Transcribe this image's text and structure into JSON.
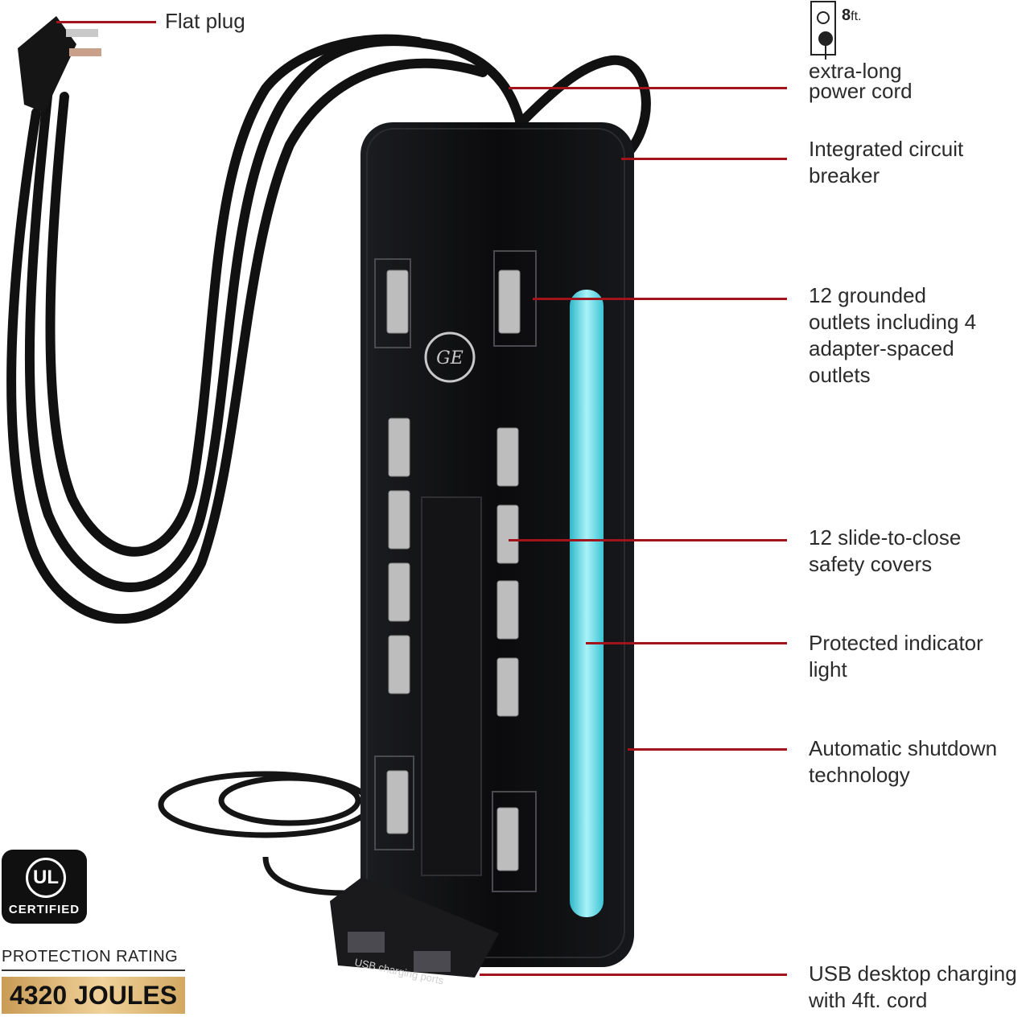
{
  "callouts": {
    "flat_plug": "Flat plug",
    "cord_length_num": "8",
    "cord_length_unit": "ft.",
    "power_cord": "extra-long\npower cord",
    "breaker": "Integrated circuit\nbreaker",
    "outlets": "12 grounded\noutlets including 4\nadapter-spaced\noutlets",
    "covers": "12 slide-to-close\nsafety covers",
    "indicator": "Protected indicator\nlight",
    "shutdown": "Automatic shutdown\ntechnology",
    "usb": "USB desktop charging\nwith 4ft. cord"
  },
  "badge": {
    "mark": "UL",
    "text": "CERTIFIED"
  },
  "rating": {
    "label": "PROTECTION RATING",
    "value": "4320 JOULES"
  },
  "usb_hub_label": "USB charging ports",
  "colors": {
    "line": "#a2131b",
    "strip": "#0d0d0f",
    "indicator": "#7fe3ee",
    "outlet": "#bdbdbd"
  }
}
